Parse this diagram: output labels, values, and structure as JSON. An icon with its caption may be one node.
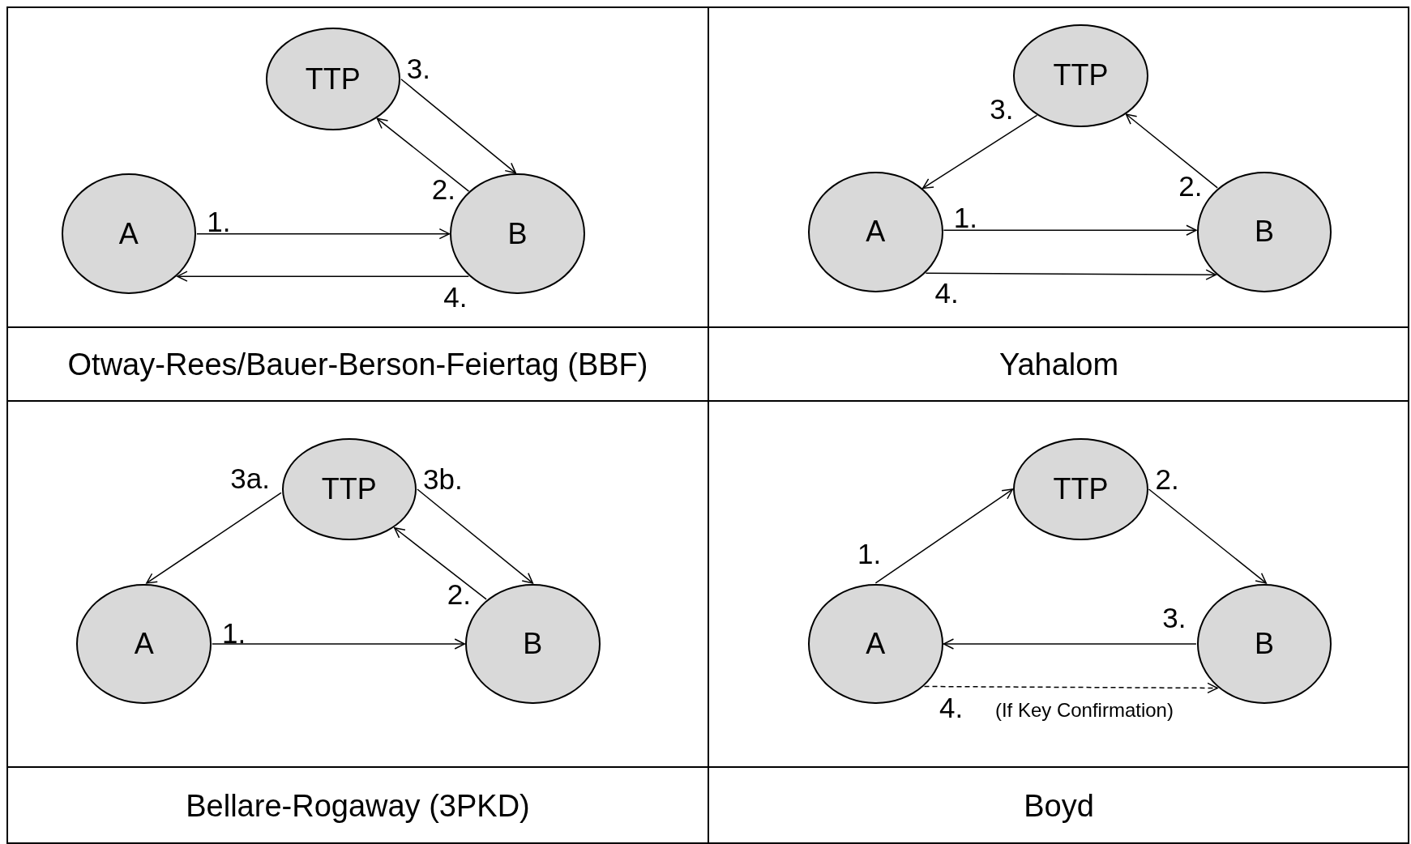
{
  "diagram": {
    "nodes": [
      {
        "text": [
          "TTP"
        ]
      },
      {
        "text": [
          "A"
        ]
      },
      {
        "text": [
          "B"
        ]
      },
      {
        "text": [
          "TTP"
        ]
      },
      {
        "text": [
          "A"
        ]
      },
      {
        "text": [
          "B"
        ]
      },
      {
        "text": [
          "TTP"
        ]
      },
      {
        "text": [
          "A"
        ]
      },
      {
        "text": [
          "B"
        ]
      },
      {
        "text": [
          "TTP"
        ]
      },
      {
        "text": [
          "A"
        ]
      },
      {
        "text": [
          "B"
        ]
      }
    ],
    "edges": [
      {
        "from": 1,
        "to": 2,
        "arrow": "to",
        "label": "1."
      },
      {
        "from": 2,
        "to": 0,
        "arrow": "to",
        "label": "2."
      },
      {
        "from": 0,
        "to": 2,
        "arrow": "to",
        "label": "3."
      },
      {
        "from": 2,
        "to": 1,
        "arrow": "to",
        "label": "4."
      },
      {
        "from": 4,
        "to": 5,
        "arrow": "to",
        "label": "1."
      },
      {
        "from": 5,
        "to": 3,
        "arrow": "to",
        "label": "2."
      },
      {
        "from": 3,
        "to": 4,
        "arrow": "to",
        "label": "3."
      },
      {
        "from": 4,
        "to": 5,
        "arrow": "to",
        "label": "4."
      },
      {
        "from": 7,
        "to": 8,
        "arrow": "to",
        "label": "1."
      },
      {
        "from": 8,
        "to": 6,
        "arrow": "to",
        "label": "2."
      },
      {
        "from": 6,
        "to": 7,
        "arrow": "to",
        "label": "3a."
      },
      {
        "from": 6,
        "to": 8,
        "arrow": "to",
        "label": "3b."
      },
      {
        "from": 10,
        "to": 9,
        "arrow": "to",
        "label": "1."
      },
      {
        "from": 9,
        "to": 11,
        "arrow": "to",
        "label": "2."
      },
      {
        "from": 11,
        "to": 10,
        "arrow": "to",
        "label": "3."
      },
      {
        "from": 10,
        "to": 11,
        "arrow": "to",
        "label": "4.",
        "style": "dashed"
      }
    ],
    "labels": [
      "Otway-Rees/Bauer-Berson-Feiertag (BBF)",
      "Yahalom",
      "(If Key Confirmation)",
      "Bellare-Rogaway (3PKD)",
      "Boyd"
    ]
  }
}
